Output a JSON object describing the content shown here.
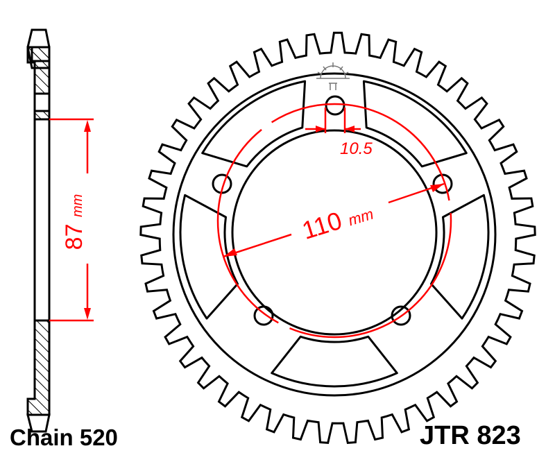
{
  "drawing": {
    "chain_label": "Chain 520",
    "part_number": "JTR 823",
    "pcd_value": "110",
    "pcd_unit": "mm",
    "hole_value": "10.5",
    "offset_value": "87",
    "offset_unit": "mm",
    "teeth": 45,
    "bolt_holes": 5
  },
  "colors": {
    "outline": "#000000",
    "dimension": "#ff0000"
  }
}
